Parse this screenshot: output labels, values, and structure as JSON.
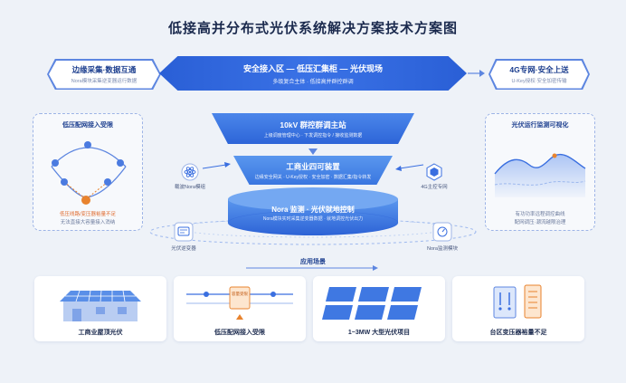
{
  "title": "低接高并分布式光伏系统解决方案技术方案图",
  "left_box": {
    "title": "边缘采集·数据互通",
    "subtitle": "Nora模块采集逆变器运行数据"
  },
  "right_box": {
    "title": "4G专网·安全上送",
    "subtitle": "U-Key授权·安全加密传输"
  },
  "banner": {
    "title": "安全接入区 — 低压汇集柜 — 光伏现场",
    "subtitle": "多级复合主体 · 低接高并群控群调"
  },
  "left_panel": {
    "title": "低压配网接入受限",
    "warning": "低压线路/变压器裕量不足",
    "note": "无法直接大容量接入消纳"
  },
  "right_panel": {
    "title": "光伏运行监测可视化",
    "note1": "有功功率远程调控曲线",
    "note2": "配网调压·潮流越限治理"
  },
  "funnel": {
    "level1": {
      "title": "10kV 群控群调主站",
      "subtitle": "上级调度管理中心 · 下发调控指令 / 接收监测数据"
    },
    "level2": {
      "title": "工商业四可装置",
      "subtitle": "边缘安全网关 · U-Key授权 · 安全加密 · 数据汇集/指令转发"
    },
    "disk": {
      "title": "Nora 监测 · 光伏就地控制",
      "subtitle": "Nora模块实时采集逆变器数据 · 就地调控光伏出力"
    }
  },
  "icons": {
    "react_label": "载波Nora模组",
    "hex_label": "4G主控专网",
    "inverter_label": "光伏逆变器",
    "monitor_label": "Nora监测模块"
  },
  "scenes": {
    "title": "应用场景",
    "items": [
      {
        "label": "工商业屋顶光伏"
      },
      {
        "label": "低压配网接入受限"
      },
      {
        "label": "1~3MW 大型光伏项目"
      },
      {
        "label": "台区变压器裕量不足"
      }
    ],
    "card2_tag": "容量受限"
  },
  "colors": {
    "primary": "#2a5fd6",
    "accent": "#e8832e",
    "light": "#5d86e0"
  }
}
